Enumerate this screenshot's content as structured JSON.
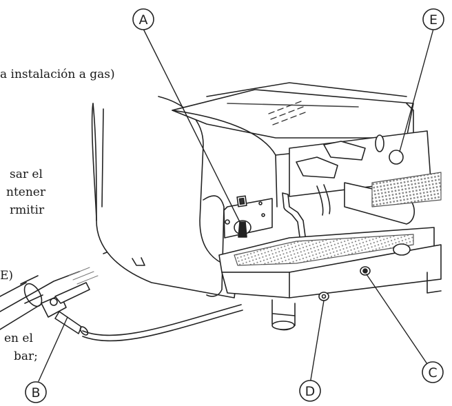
{
  "callouts": [
    {
      "letter": "A"
    },
    {
      "letter": "E"
    },
    {
      "letter": "B"
    },
    {
      "letter": "D"
    },
    {
      "letter": "C"
    }
  ],
  "text_fragments": [
    "a instalación a gas)",
    "sar el",
    "ntener",
    "rmitir",
    "E)",
    "en el",
    "bar;"
  ],
  "colors": {
    "line": "#222222",
    "background": "#ffffff",
    "grate": "#8a8a8a"
  }
}
